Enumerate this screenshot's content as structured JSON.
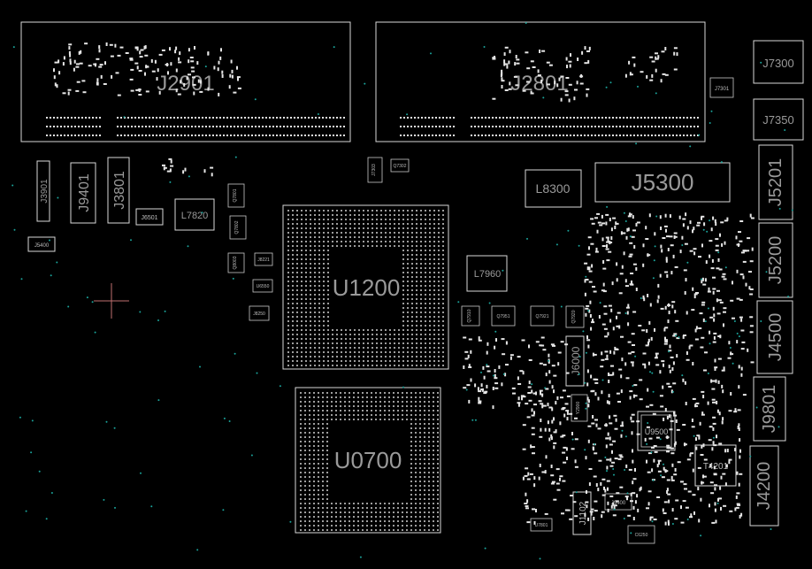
{
  "board": {
    "background": "#000000",
    "outline_color": "#d8d8d8",
    "label_color": "#9a9a9a",
    "via_color": "#1aa39a",
    "cursor_color": "#c07070"
  },
  "labels": {
    "j2901": "J2901",
    "j2801": "J2801",
    "j3901": "J3901",
    "j9401": "J9401",
    "j3801": "J3801",
    "j6501": "J6501",
    "l7820": "L7820",
    "j5400": "J5400",
    "u1200": "U1200",
    "u0700": "U0700",
    "l8300": "L8300",
    "j5300": "J5300",
    "l7960": "L7960",
    "j7300": "J7300",
    "j7301": "J7301",
    "j7350": "J7350",
    "j5201": "J5201",
    "j5200": "J5200",
    "j4500": "J4500",
    "j9801": "J9801",
    "j4200": "J4200",
    "t4201": "T4201",
    "u9500": "U9500",
    "j6000": "J6000",
    "j1102": "J1102",
    "j9400": "J9400",
    "q7910": "Q7910",
    "q7951": "Q7951",
    "q7921": "Q7921",
    "q7920": "Q7920",
    "q7801": "Q7801",
    "q7802": "Q7802",
    "q8003": "Q8003",
    "j8221": "J8221",
    "u6550": "U6550",
    "j8250": "J8250",
    "j7303": "J7303",
    "q7302": "Q7302",
    "y2900": "Y2900",
    "u7801": "U7801",
    "c6250": "C6250"
  }
}
